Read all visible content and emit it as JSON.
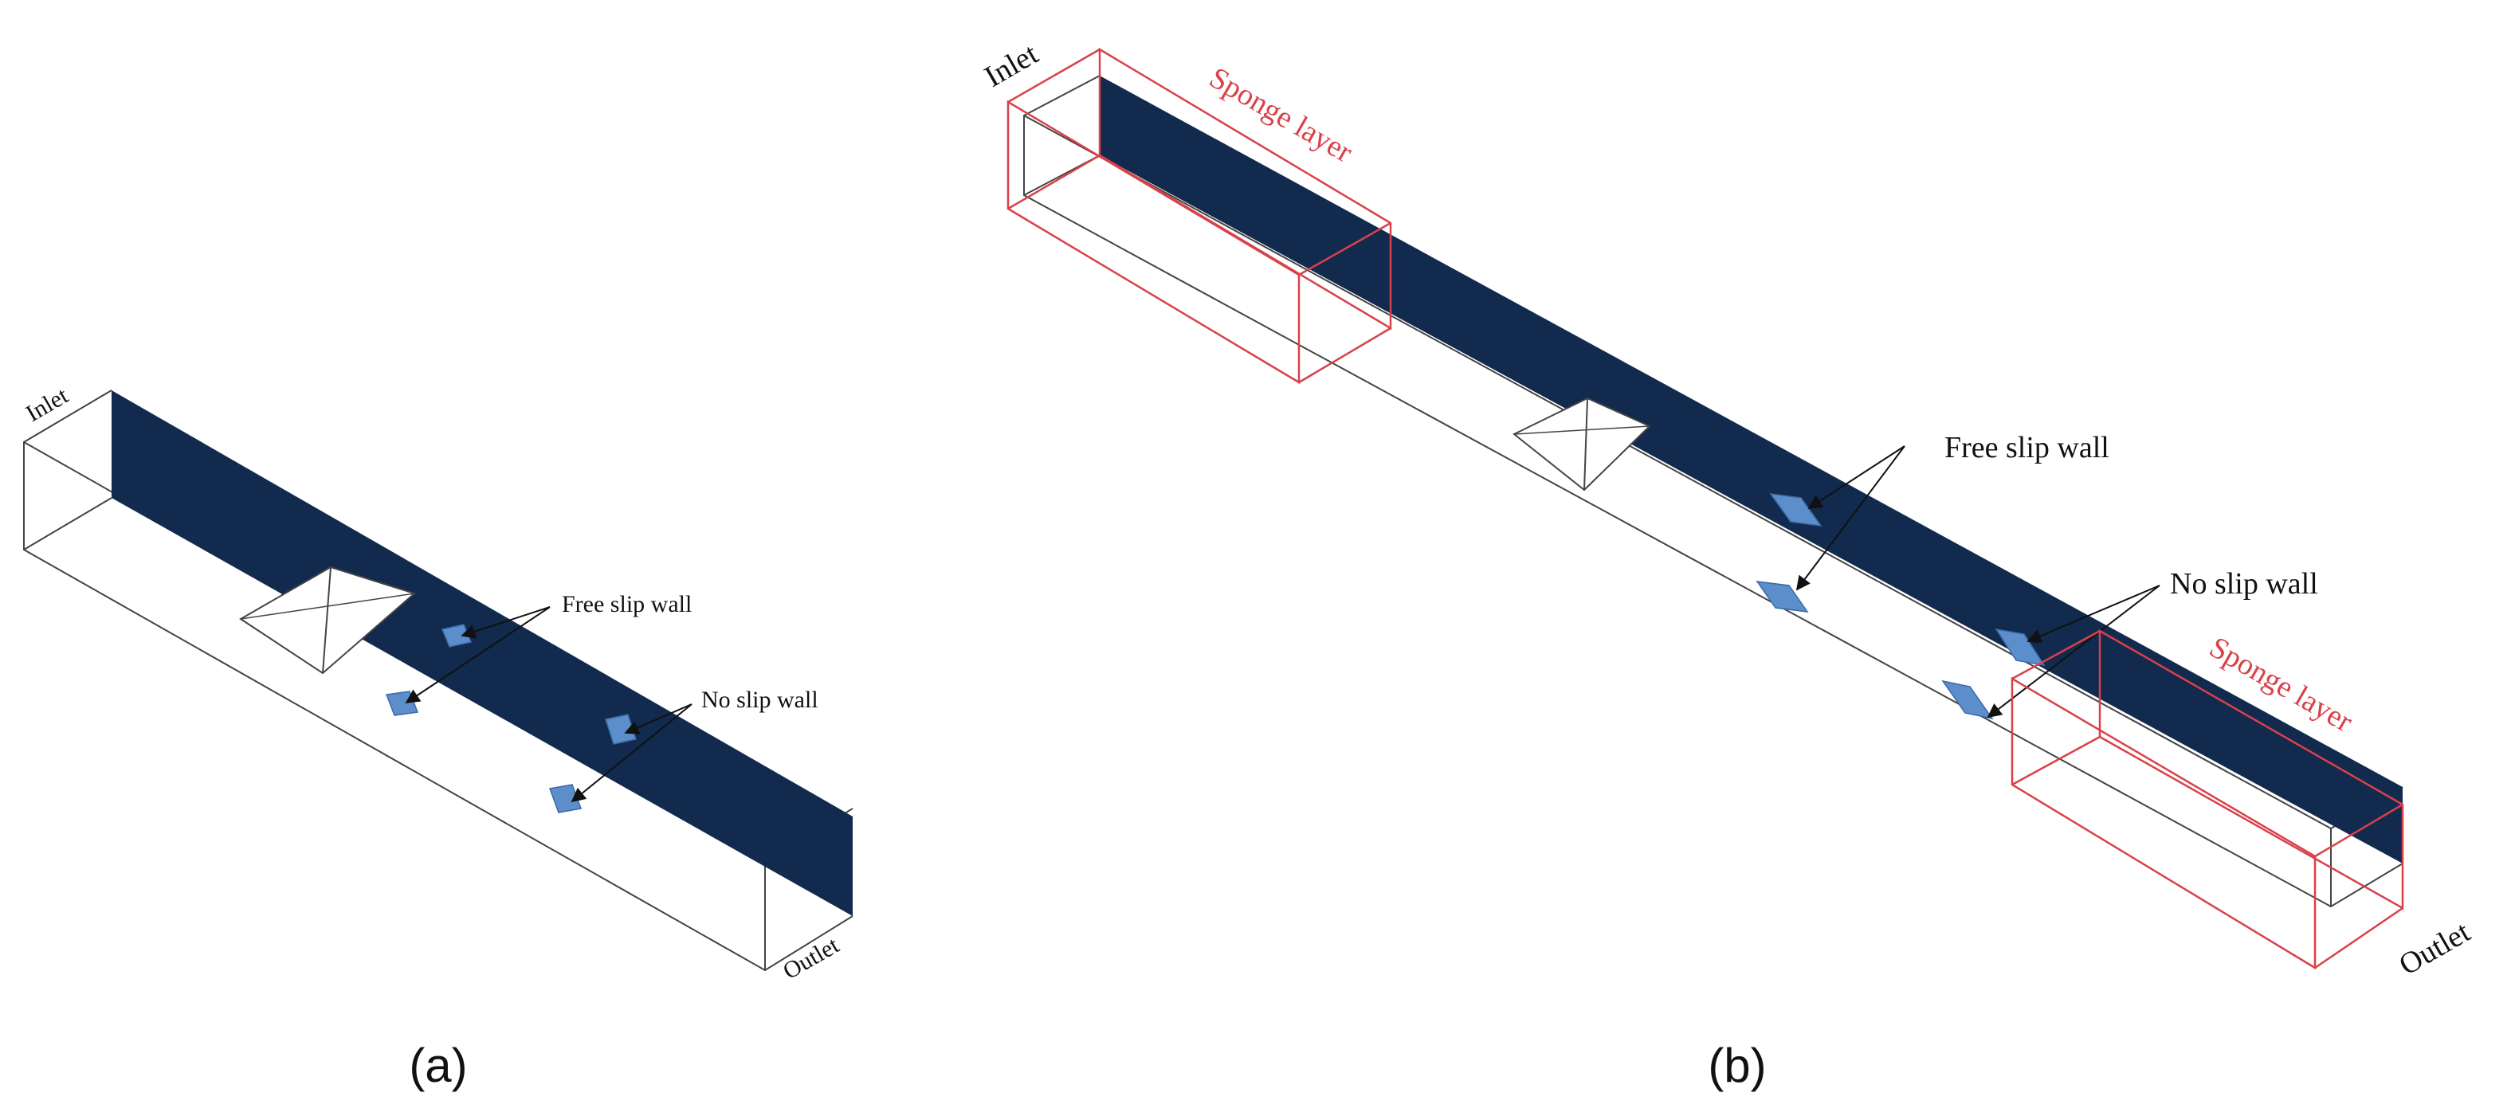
{
  "figure": {
    "colors": {
      "wall": "#112a4e",
      "patch": "#5b8ecb",
      "patch_edge": "#3a6aa6",
      "outline": "#444444",
      "sponge": "#d9414a"
    },
    "panel_a": {
      "caption": "(a)",
      "labels": {
        "inlet": "Inlet",
        "outlet": "Outlet",
        "free_slip": "Free slip wall",
        "no_slip": "No slip wall"
      }
    },
    "panel_b": {
      "caption": "(b)",
      "labels": {
        "inlet": "Inlet",
        "outlet": "Outlet",
        "free_slip": "Free slip wall",
        "no_slip": "No slip wall",
        "sponge_inlet": "Sponge layer",
        "sponge_outlet": "Sponge layer"
      }
    }
  }
}
